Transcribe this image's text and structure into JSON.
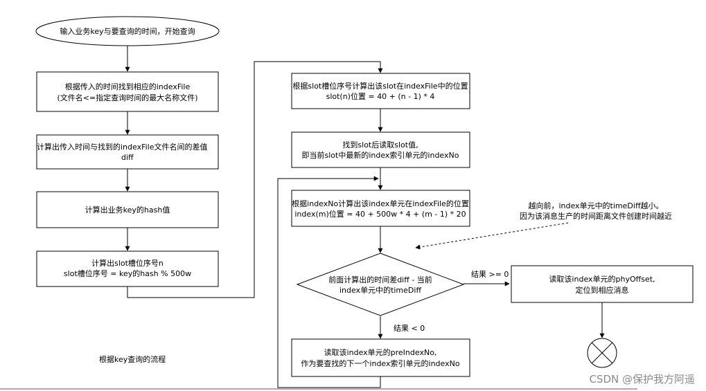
{
  "nodes": {
    "start": "输入业务key与要查询的时间，开始查询",
    "find_index_file": [
      "根据传入的时间找到相应的indexFile",
      "(文件名<=指定查询时间的最大名称文件)"
    ],
    "calc_diff": [
      "计算出传入时间与找到的indexFile文件名间的差值",
      "diff"
    ],
    "calc_hash": "计算出业务key的hash值",
    "calc_slot": [
      "计算出slot槽位序号n",
      "slot槽位序号 = key的hash % 500w"
    ],
    "slot_position": [
      "根据slot槽位序号计算出该slot在indexFile中的位置",
      "slot(n)位置 = 40 + (n - 1) * 4"
    ],
    "read_slot": [
      "找到slot后读取slot值,",
      "即当前slot中最新的index索引单元的indexNo"
    ],
    "index_position": [
      "根据indexNo计算出该index单元在indexFile的位置",
      "index(m)位置 = 40 + 500w * 4 + (m - 1) * 20"
    ],
    "decision": [
      "前面计算出的时间差diff - 当前",
      "index单元中的timeDiff"
    ],
    "read_phy_offset": [
      "读取该index单元的phyOffset,",
      "定位到相应消息"
    ],
    "read_pre_index": [
      "读取该index单元的preIndexNo,",
      "作为要查找的下一个index索引单元的indexNo"
    ]
  },
  "edge_labels": {
    "ge_zero": "结果 >= 0",
    "lt_zero": "结果 < 0"
  },
  "annotation": [
    "越向前，index单元中的timeDiff越小。",
    "因为该消息生产的时间距离文件创建时间越近"
  ],
  "caption": "根据key查询的流程",
  "watermark": "CSDN @保护我方阿遥"
}
